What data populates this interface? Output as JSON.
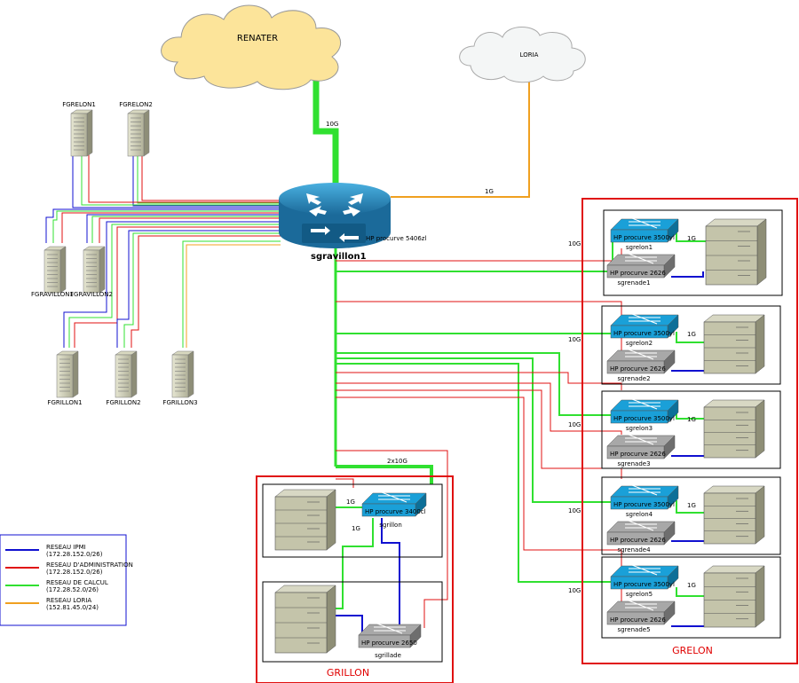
{
  "clouds": {
    "renater": "RENATER",
    "loria": "LORIA"
  },
  "core": {
    "name": "sgravillon1",
    "model": "HP procurve 5406zl"
  },
  "links": {
    "renater": "10G",
    "loria": "1G",
    "grillon": "2x10G",
    "grelon_uplink": "10G",
    "server": "1G"
  },
  "servers": [
    "FGRELON1",
    "FGRELON2",
    "FGRAVILLON1",
    "FGRAVILLON2",
    "FGRILLON1",
    "FGRILLON2",
    "FGRILLON3"
  ],
  "grelon": {
    "title": "GRELON",
    "switch_model": "HP procurve 3500yl",
    "admin_model": "HP procurve 2626",
    "units": [
      {
        "switch": "sgrelon1",
        "admin": "sgrenade1"
      },
      {
        "switch": "sgrelon2",
        "admin": "sgrenade2"
      },
      {
        "switch": "sgrelon3",
        "admin": "sgrenade3"
      },
      {
        "switch": "sgrelon4",
        "admin": "sgrenade4"
      },
      {
        "switch": "sgrelon5",
        "admin": "sgrenade5"
      }
    ]
  },
  "grillon": {
    "title": "GRILLON",
    "switch_model": "HP procurve 3400cl",
    "switch_name": "sgrillon",
    "admin_model": "HP procurve 2650",
    "admin_name": "sgrillade",
    "link": "1G"
  },
  "legend": [
    {
      "title": "RESEAU IPMI",
      "subnet": "(172.28.152.0/26)",
      "color": "#1010d0"
    },
    {
      "title": "RESEAU D'ADMINISTRATION",
      "subnet": "(172.28.152.0/26)",
      "color": "#e01010"
    },
    {
      "title": "RESEAU DE CALCUL",
      "subnet": "(172.28.52.0/26)",
      "color": "#30e030"
    },
    {
      "title": "RESEAU LORIA",
      "subnet": "(152.81.45.0/24)",
      "color": "#f0a020"
    }
  ]
}
